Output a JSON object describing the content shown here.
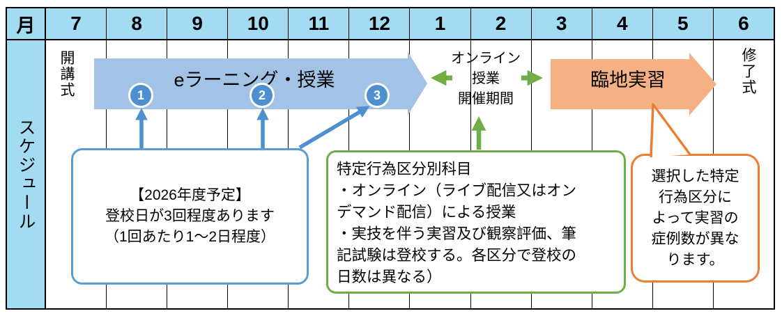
{
  "header": {
    "month_label": "月",
    "months": [
      "7",
      "8",
      "9",
      "10",
      "11",
      "12",
      "1",
      "2",
      "3",
      "4",
      "5",
      "6"
    ]
  },
  "sidebar": {
    "label": "スケジュール"
  },
  "timeline": {
    "opening_ceremony": "開講式",
    "elearning_arrow_label": "eラーニング・授業",
    "badges": [
      "1",
      "2",
      "3"
    ],
    "online_period": {
      "line1": "オンライン",
      "line2": "授業",
      "line3": "開催期間"
    },
    "practicum_arrow_label": "臨地実習",
    "closing_ceremony": "修了式"
  },
  "callouts": {
    "blue": {
      "line1": "【2026年度予定】",
      "line2": "登校日が3回程度あります",
      "line3": "（1回あたり1～2日程度）"
    },
    "green": {
      "line1": "特定行為区分別科目",
      "line2": "・オンライン（ライブ配信又はオンデマンド配信）による授業",
      "line3": "・実技を伴う実習及び観察評価、筆記試験は登校する。各区分で登校の日数は異なる）"
    },
    "orange": {
      "line1": "選択した特定",
      "line2": "行為区分に",
      "line3": "よって実習の",
      "line4": "症例数が異な",
      "line5": "ります。"
    }
  },
  "colors": {
    "header_fill": "#A3DCF2",
    "elearning_arrow_fill": "#A2C3E5",
    "practicum_arrow_fill": "#F5B183",
    "accent_blue": "#4E8FD0",
    "accent_green": "#6FAE46",
    "accent_orange": "#EC7D31"
  }
}
